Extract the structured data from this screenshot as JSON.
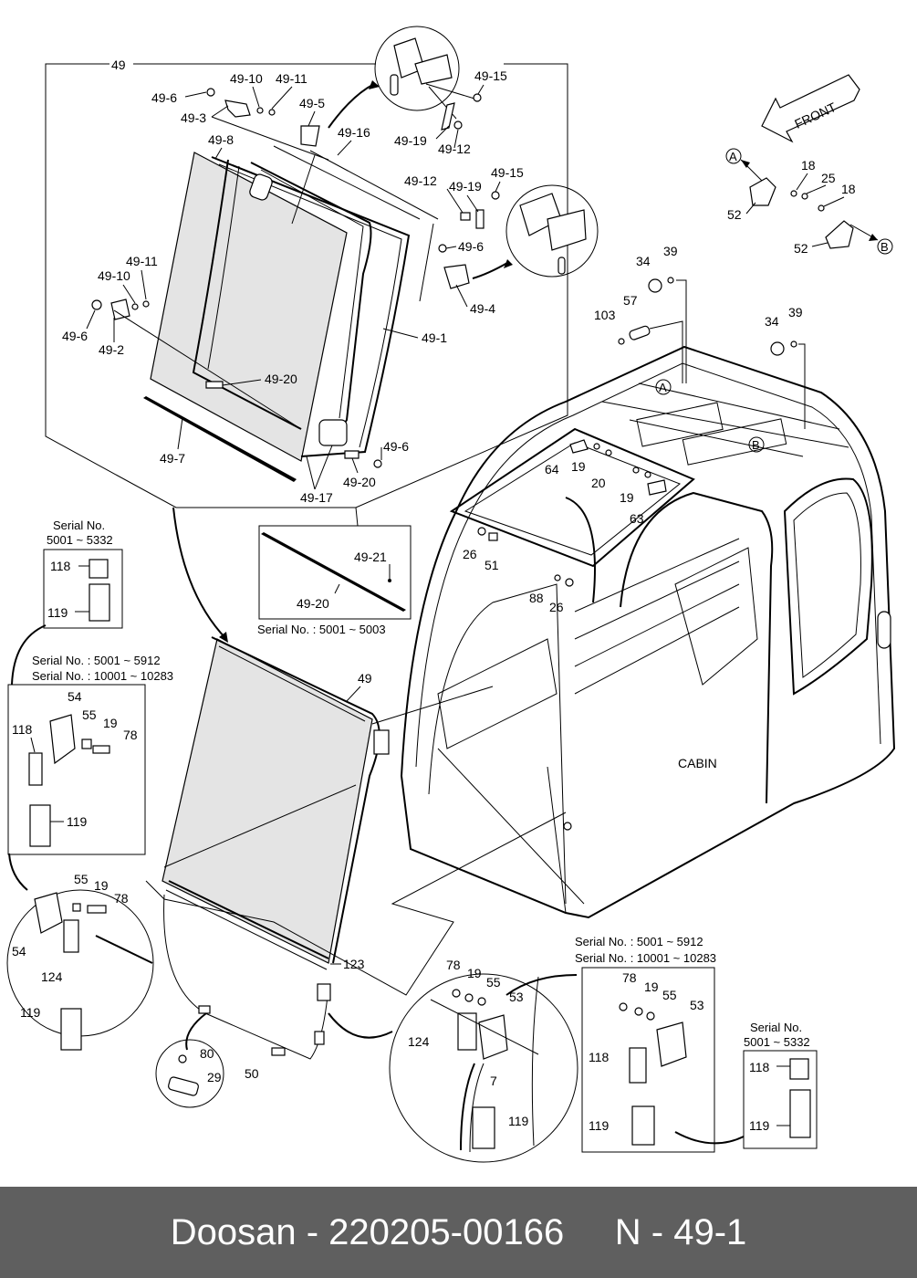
{
  "labels": {
    "l49": "49",
    "l49_10a": "49-10",
    "l49_11a": "49-11",
    "l49_6a": "49-6",
    "l49_3": "49-3",
    "l49_5": "49-5",
    "l49_8": "49-8",
    "l49_16": "49-16",
    "l49_15a": "49-15",
    "l49_19a": "49-19",
    "l49_12a": "49-12",
    "l49_12b": "49-12",
    "l49_19b": "49-19",
    "l49_15b": "49-15",
    "l49_6b": "49-6",
    "l49_4": "49-4",
    "l49_11b": "49-11",
    "l49_10b": "49-10",
    "l49_6c": "49-6",
    "l49_2": "49-2",
    "l49_1": "49-1",
    "l49_20a": "49-20",
    "l49_7": "49-7",
    "l49_6d": "49-6",
    "l49_20b": "49-20",
    "l49_17": "49-17",
    "l49_21": "49-21",
    "l49_20c": "49-20",
    "l49b": "49",
    "lA1": "A",
    "lB1": "B",
    "lA2": "A",
    "lB2": "B",
    "l18a": "18",
    "l25": "25",
    "l18b": "18",
    "l52a": "52",
    "l52b": "52",
    "l34a": "34",
    "l39a": "39",
    "l103": "103",
    "l57": "57",
    "l34b": "34",
    "l39b": "39",
    "l64": "64",
    "l19a": "19",
    "l20": "20",
    "l19b": "19",
    "l63": "63",
    "l26a": "26",
    "l51": "51",
    "l88": "88",
    "l26b": "26",
    "l118a": "118",
    "l119a": "119",
    "l54a": "54",
    "l55a": "55",
    "l19c": "19",
    "l78a": "78",
    "l118b": "118",
    "l119b": "119",
    "l55b": "55",
    "l19d": "19",
    "l78b": "78",
    "l54b": "54",
    "l124a": "124",
    "l119c": "119",
    "l80": "80",
    "l29": "29",
    "l50": "50",
    "l123": "123",
    "l78c": "78",
    "l19e": "19",
    "l55c": "55",
    "l53a": "53",
    "l124b": "124",
    "l7": "7",
    "l119d": "119",
    "l78d": "78",
    "l19f": "19",
    "l55d": "55",
    "l53b": "53",
    "l118c": "118",
    "l119e": "119",
    "l118d": "118",
    "l119f": "119",
    "cabin": "CABIN",
    "front": "FRONT"
  },
  "serials": {
    "s1a": "Serial No.",
    "s1b": "5001 ~ 5332",
    "s2a": "Serial No. : 5001 ~ 5912",
    "s2b": "Serial No. : 10001 ~ 10283",
    "s3": "Serial No. : 5001 ~ 5003",
    "s4a": "Serial No. : 5001 ~ 5912",
    "s4b": "Serial No. : 10001 ~ 10283",
    "s5a": "Serial No.",
    "s5b": "5001 ~ 5332"
  },
  "footer": {
    "brand": "Doosan",
    "part_number": "220205-00166",
    "page_ref": "N - 49-1"
  },
  "colors": {
    "footer_bg": "#5f5f5f",
    "footer_text": "#ffffff",
    "glass_fill": "#e4e4e4"
  }
}
